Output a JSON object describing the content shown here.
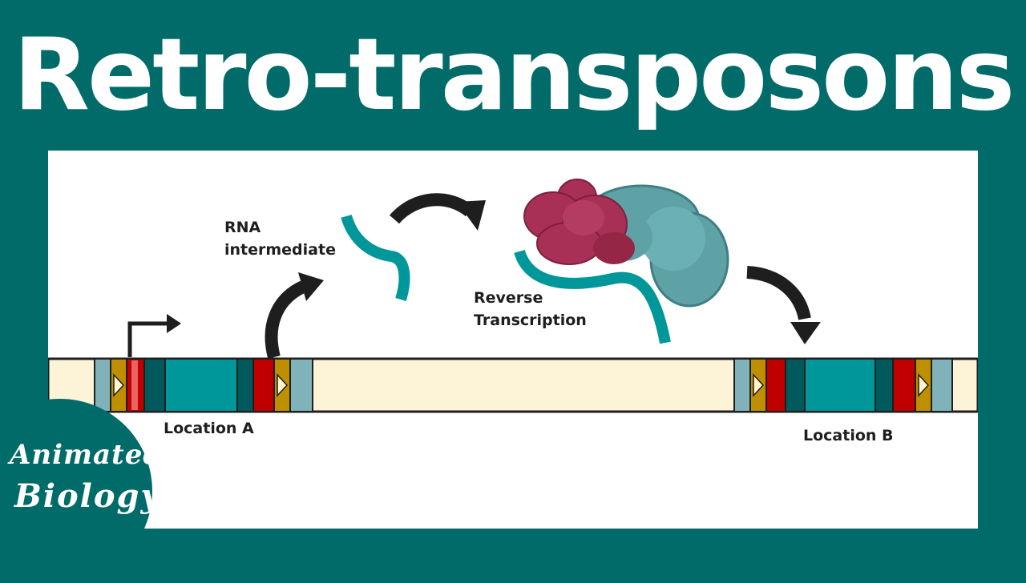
{
  "title": "Retro-transposons",
  "labels": {
    "rna": "RNA\nintermediate",
    "reverse_transcription": "Reverse\nTranscription",
    "location_a": "Location A",
    "location_b": "Location B"
  },
  "logo": {
    "line1": "Animated",
    "line2": "Biology"
  },
  "colors": {
    "background": "#006b69",
    "panel": "#ffffff",
    "dna_strand": "#fdf3d6",
    "element_teal": "#00979b",
    "element_dark_teal": "#005a5c",
    "element_light_blue": "#7fb3b9",
    "ltr_red": "#c00000",
    "ltr_gold": "#bf8f00",
    "rna_strand": "#00979b",
    "reverse_transcriptase_red": "#a82f55",
    "reverse_transcriptase_teal": "#5fa2a6"
  }
}
